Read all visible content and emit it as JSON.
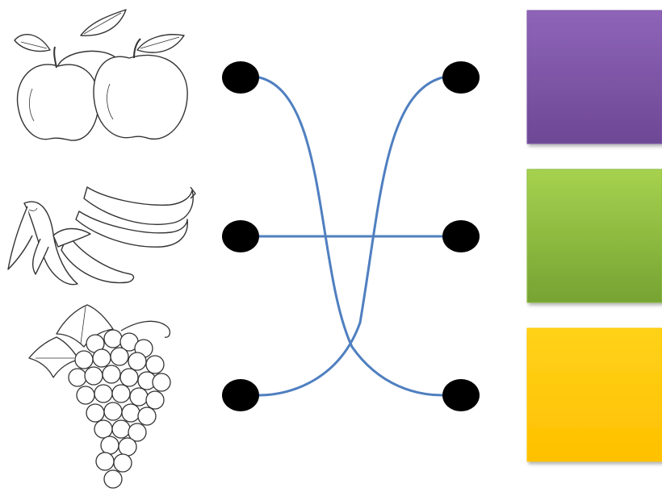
{
  "fruits": [
    {
      "id": "apples",
      "icon": "apples-icon"
    },
    {
      "id": "bananas",
      "icon": "bananas-icon"
    },
    {
      "id": "grapes",
      "icon": "grapes-icon"
    }
  ],
  "color_boxes": [
    {
      "id": "purple",
      "color": "#7e57a8"
    },
    {
      "id": "green",
      "color": "#8bbd3e"
    },
    {
      "id": "yellow",
      "color": "#ffc800"
    }
  ],
  "connections": [
    {
      "from_fruit": "apples",
      "to_color": "yellow"
    },
    {
      "from_fruit": "bananas",
      "to_color": "green"
    },
    {
      "from_fruit": "grapes",
      "to_color": "purple"
    }
  ],
  "style": {
    "dot_color": "#000000",
    "line_color": "#4f7fc0",
    "outline_color": "#333333"
  }
}
